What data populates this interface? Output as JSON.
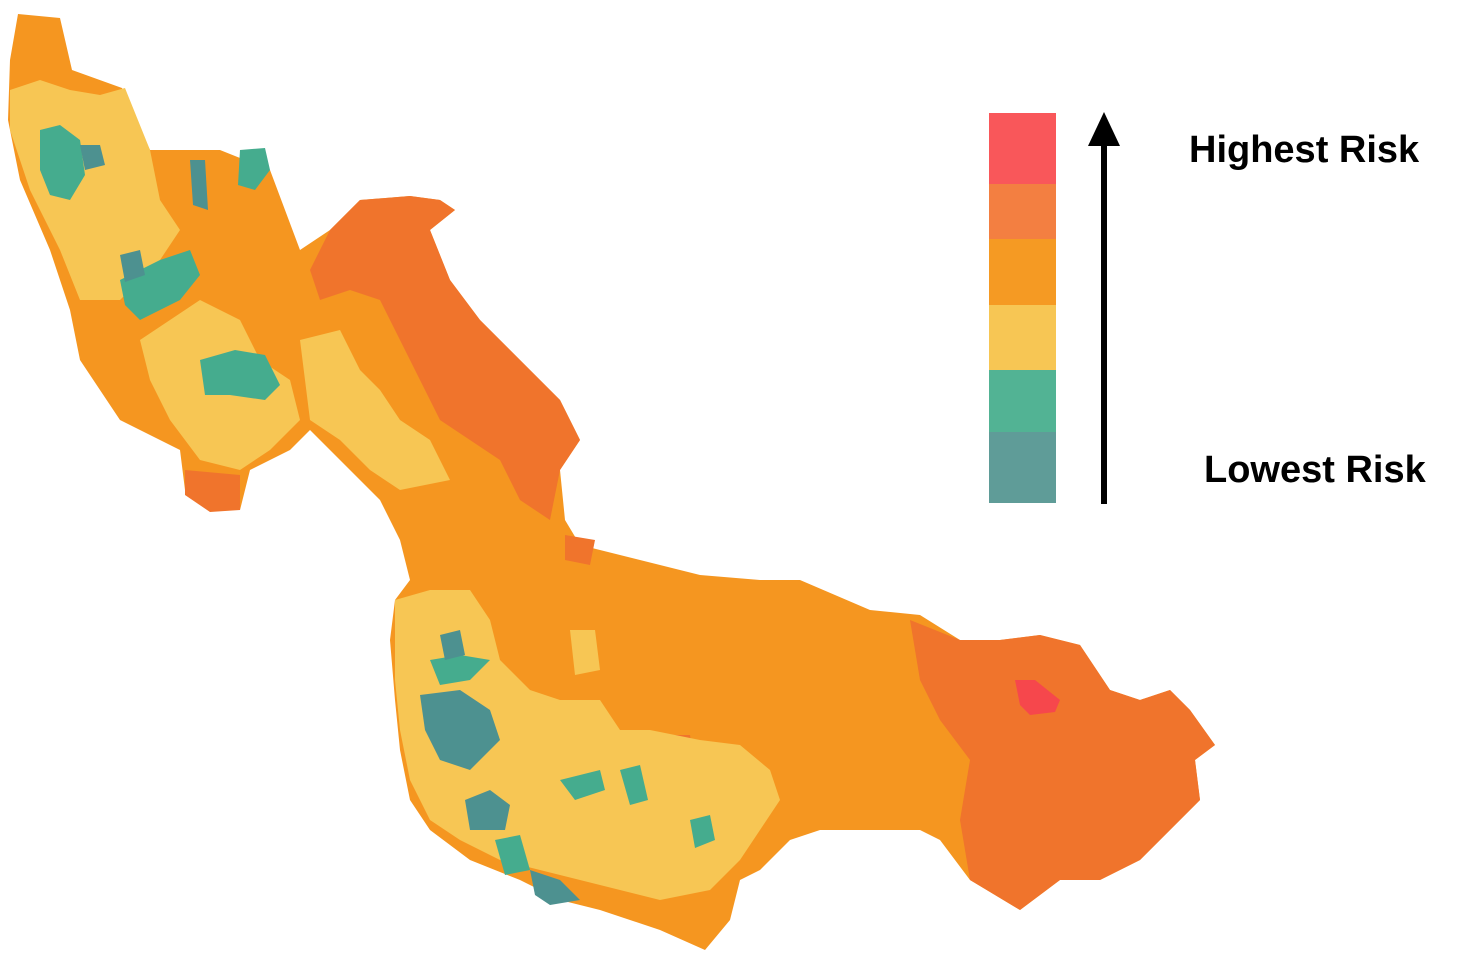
{
  "legend": {
    "high_label": "Highest Risk",
    "low_label": "Lowest Risk",
    "classes": [
      {
        "rank": 6,
        "color": "#f9575a"
      },
      {
        "rank": 5,
        "color": "#f37f41"
      },
      {
        "rank": 4,
        "color": "#f59a23"
      },
      {
        "rank": 3,
        "color": "#f7c654"
      },
      {
        "rank": 2,
        "color": "#52b394"
      },
      {
        "rank": 1,
        "color": "#5f9c98"
      }
    ]
  },
  "map": {
    "colors": {
      "highest": "#f6474c",
      "high": "#f0742c",
      "medium_high": "#f59620",
      "medium": "#f7c654",
      "low": "#45ac8e",
      "lowest": "#4d9190"
    }
  }
}
